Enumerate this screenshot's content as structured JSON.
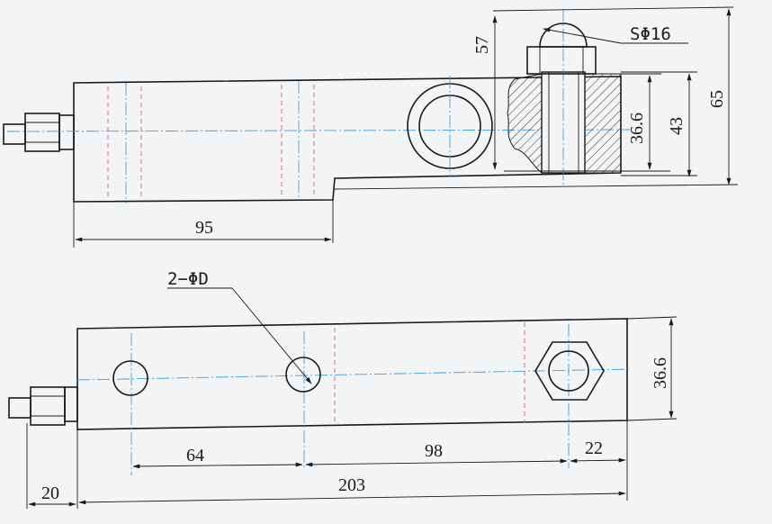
{
  "top_view": {
    "dims": {
      "length_95": "95",
      "height_57": "57",
      "height_36_6": "36.6",
      "height_43": "43",
      "height_65": "65"
    },
    "labels": {
      "sphere": "SΦ16"
    }
  },
  "bottom_view": {
    "dims": {
      "d64": "64",
      "d98": "98",
      "d22": "22",
      "d20": "20",
      "d203": "203",
      "height_36_6": "36.6"
    },
    "labels": {
      "holes": "2−ΦD"
    }
  }
}
